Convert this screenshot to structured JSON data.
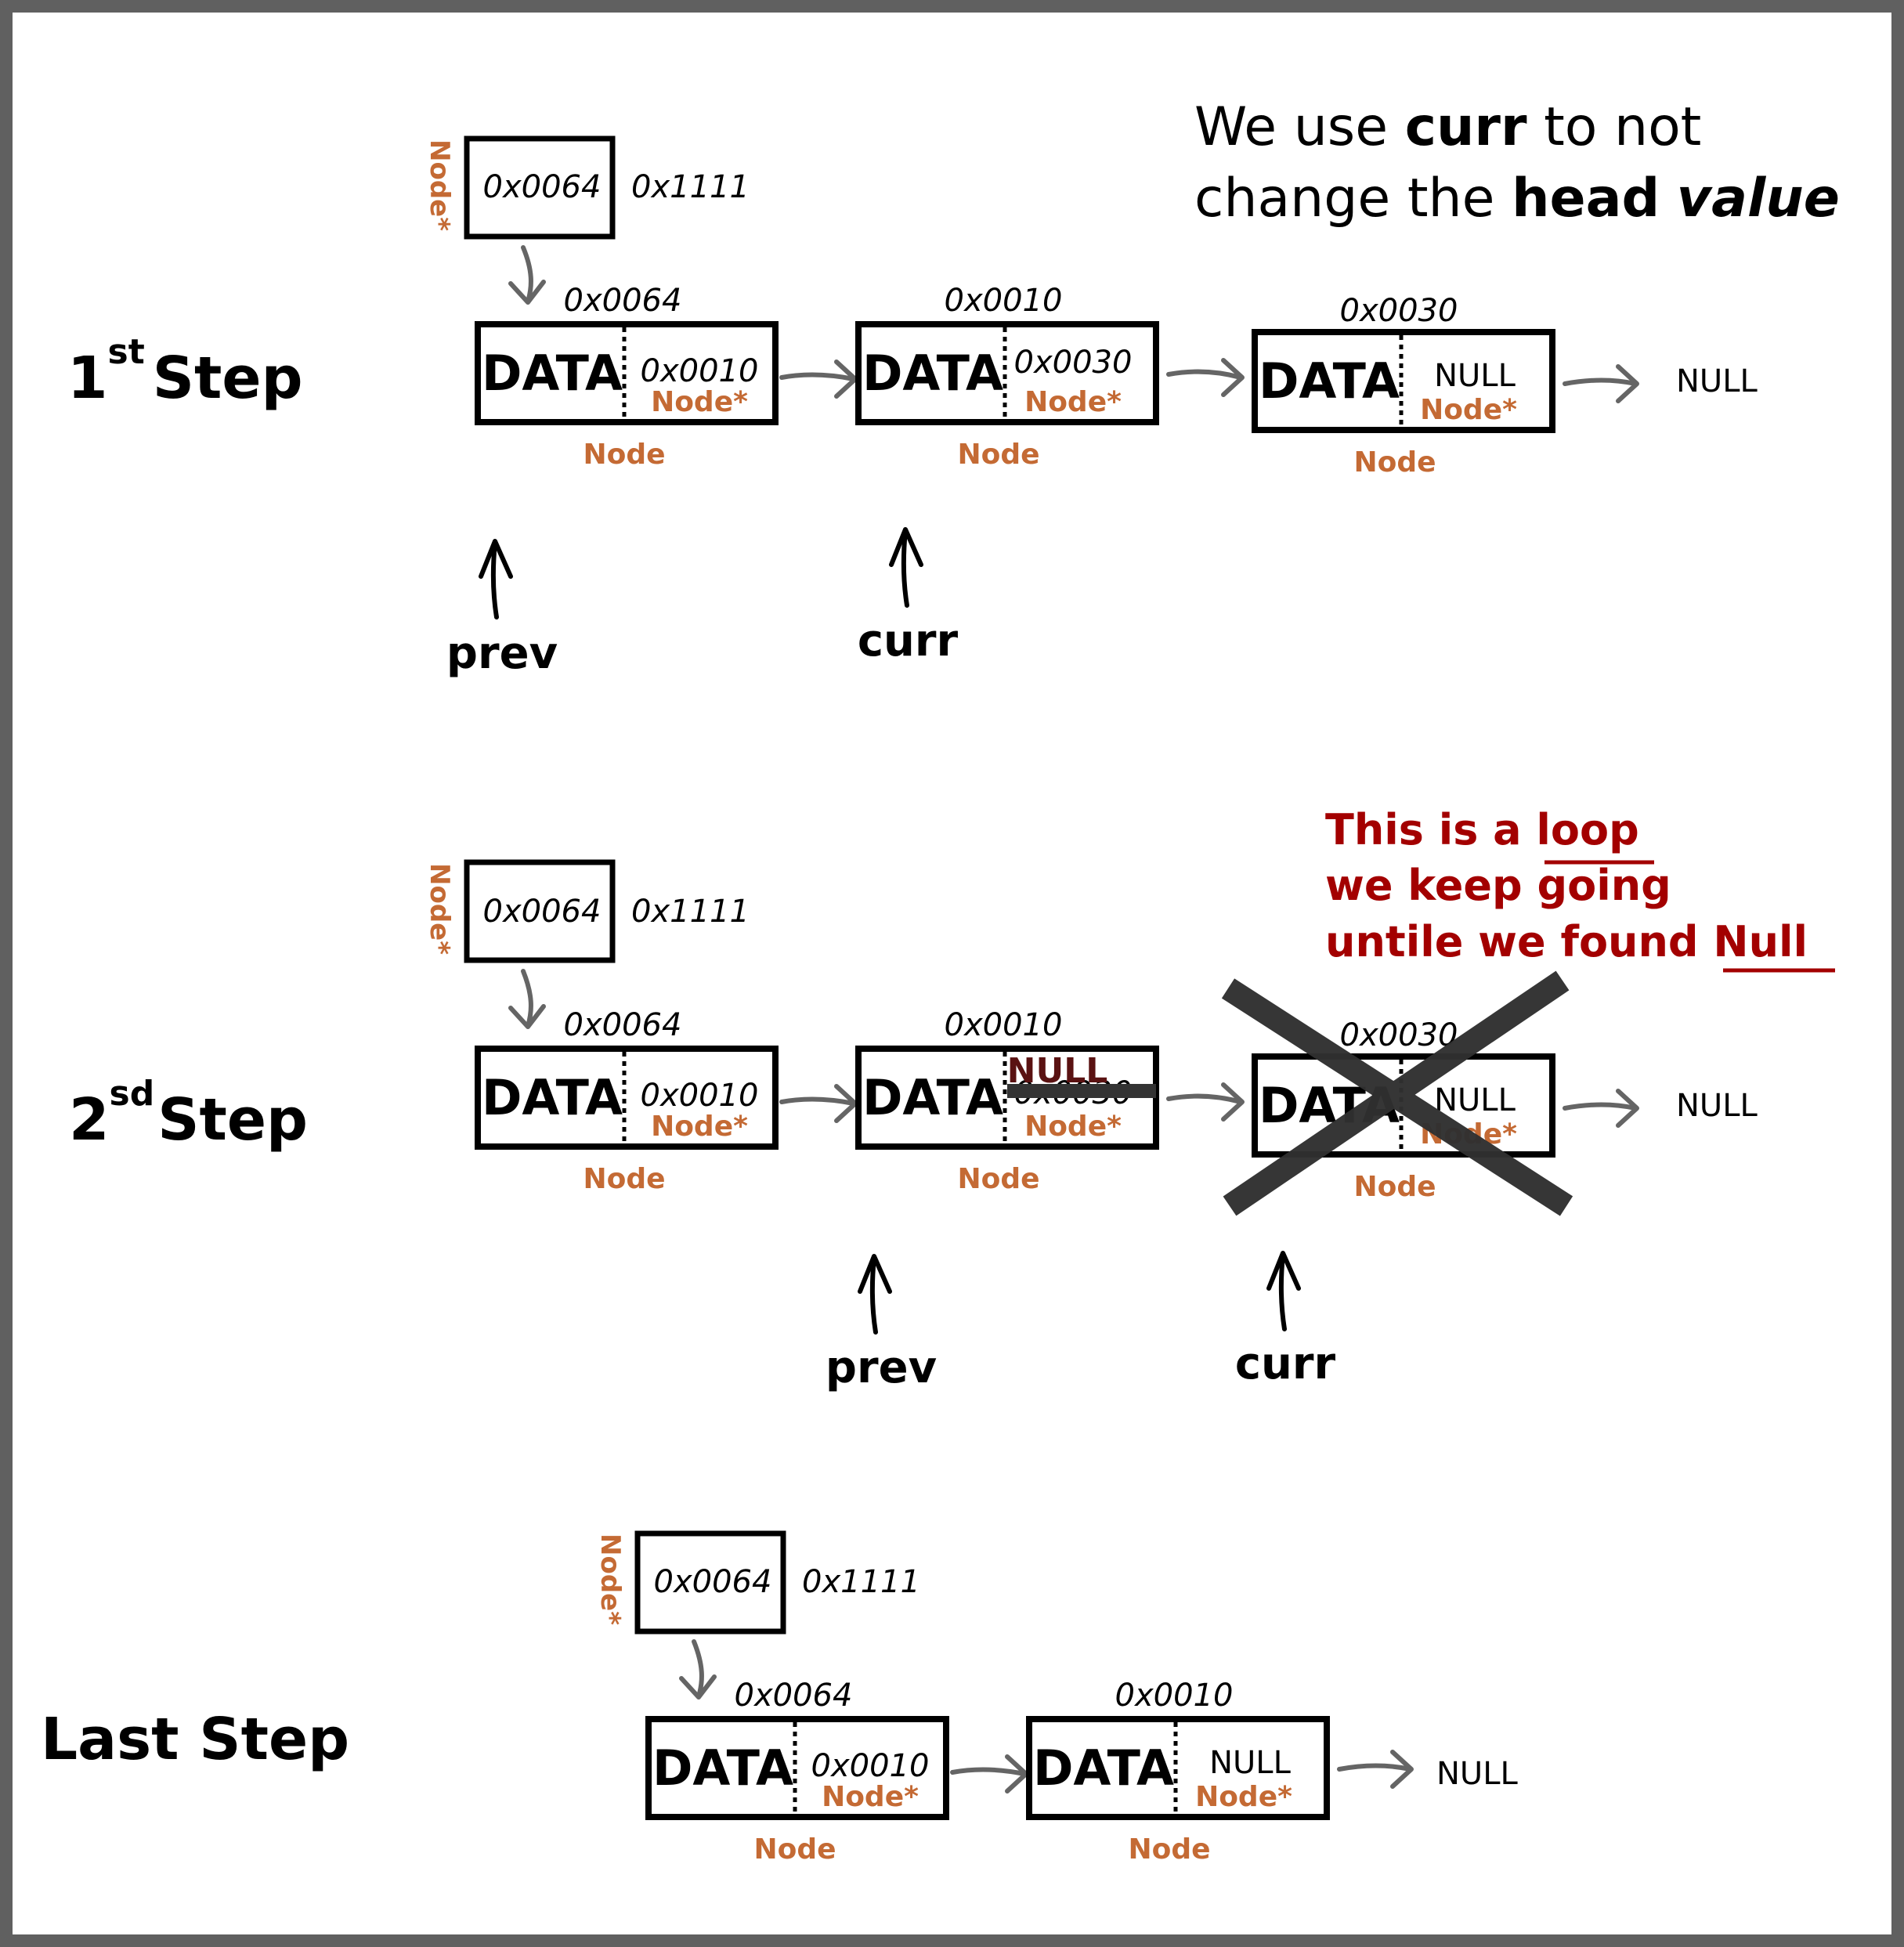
{
  "labels": {
    "data": "DATA",
    "node": "Node",
    "node_ptr": "Node*",
    "null": "NULL"
  },
  "header_note": {
    "line1_prefix": "We use ",
    "line1_bold": "curr",
    "line1_suffix": " to not",
    "line2_prefix": "change the ",
    "line2_bold": "head",
    "line2_space": " ",
    "line2_bold_italic": "value"
  },
  "steps": {
    "first": {
      "number": "1",
      "superscript": "st",
      "word": "Step",
      "head_value": "0x0064",
      "head_address": "0x1111",
      "node_addresses": [
        "0x0064",
        "0x0010",
        "0x0030"
      ],
      "next_values": [
        "0x0010",
        "0x0030",
        "NULL"
      ],
      "pointers": [
        "prev",
        "curr"
      ]
    },
    "second": {
      "number": "2",
      "superscript": "sd",
      "word": "Step",
      "head_value": "0x0064",
      "head_address": "0x1111",
      "node_addresses": [
        "0x0064",
        "0x0010",
        "0x0030"
      ],
      "next_values": [
        "0x0010",
        "0x0030",
        "NULL"
      ],
      "replacement_next": "NULL",
      "pointers": [
        "prev",
        "curr"
      ],
      "loop_note": {
        "line1_prefix": "This is a ",
        "line1_underlined": "loop",
        "line2": "we keep going",
        "line3_prefix": "untile we found ",
        "line3_underlined": "Null"
      }
    },
    "last": {
      "label": "Last Step",
      "head_value": "0x0064",
      "head_address": "0x1111",
      "node_addresses": [
        "0x0064",
        "0x0010"
      ],
      "next_values": [
        "0x0010",
        "NULL"
      ]
    }
  },
  "colors": {
    "frame": "#606060",
    "type_label": "#c46a34",
    "loop_note": "#a30000",
    "arrow": "#656565",
    "cross": "#303030"
  }
}
